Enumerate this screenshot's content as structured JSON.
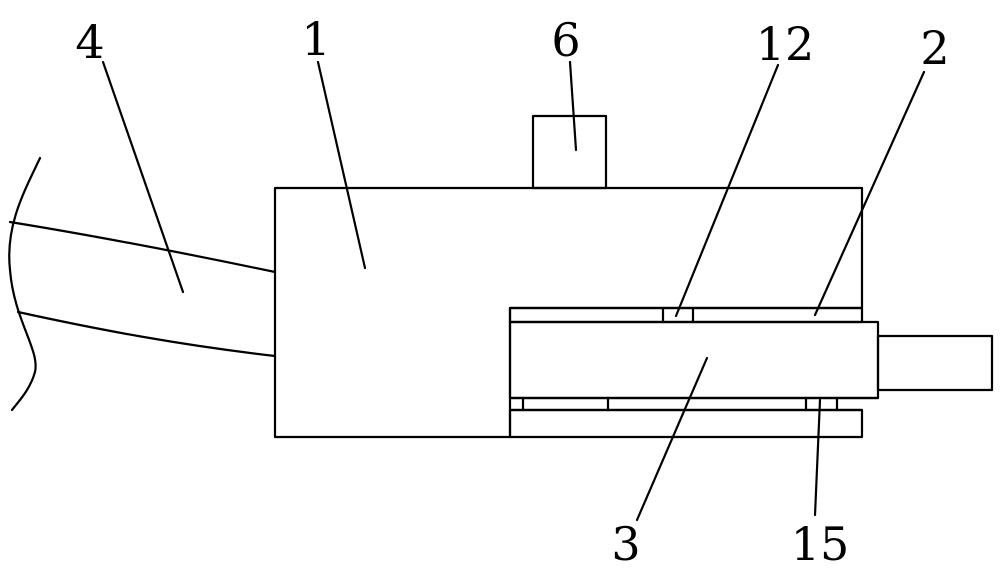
{
  "figure": {
    "labels": {
      "part_1": "1",
      "part_2": "2",
      "part_3": "3",
      "part_4": "4",
      "part_6": "6",
      "part_12": "12",
      "part_15": "15"
    }
  }
}
